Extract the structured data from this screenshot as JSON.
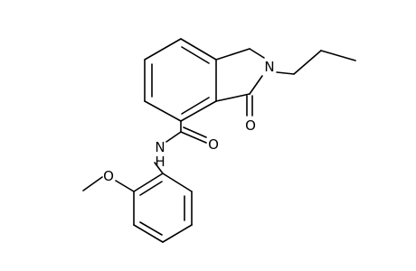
{
  "molecule": {
    "atoms": {
      "nitrogen_ring": "N",
      "oxygen_carbonyl_ring": "O",
      "nitrogen_amide": "N",
      "hydrogen_amide": "H",
      "oxygen_amide": "O",
      "oxygen_methoxy": "O"
    }
  }
}
